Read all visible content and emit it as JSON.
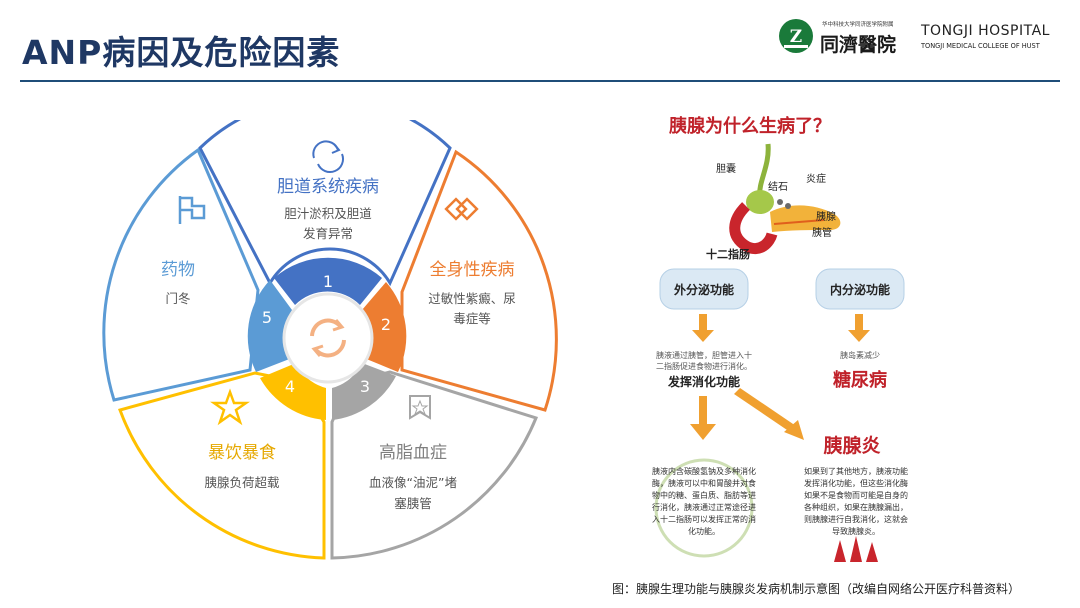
{
  "title": "ANP病因及危险因素",
  "logo": {
    "small_text": "华中科技大学同济医学院附属",
    "cn_name": "同濟醫院",
    "en_name": "TONGJI HOSPITAL",
    "en_sub": "TONGJI MEDICAL COLLEGE OF HUST"
  },
  "wheel": {
    "segments": [
      {
        "num": "1",
        "title": "胆道系统疾病",
        "desc1": "胆汁淤积及胆道",
        "desc2": "发育异常",
        "color": "#4472c4",
        "icon": "refresh-cloud-icon"
      },
      {
        "num": "2",
        "title": "全身性疾病",
        "desc1": "过敏性紫癜、尿",
        "desc2": "毒症等",
        "color": "#ed7d31",
        "icon": "link-diamond-icon"
      },
      {
        "num": "3",
        "title": "高脂血症",
        "desc1": "血液像“油泥”堵",
        "desc2": "塞胰管",
        "color": "#a5a5a5",
        "icon": "badge-star-icon"
      },
      {
        "num": "4",
        "title": "暴饮暴食",
        "desc1": "胰腺负荷超载",
        "desc2": "",
        "color": "#ffc000",
        "icon": "star-icon"
      },
      {
        "num": "5",
        "title": "药物",
        "desc1": "门冬",
        "desc2": "",
        "color": "#5b9bd5",
        "icon": "flag-icon"
      }
    ],
    "center_icon": "cycle-arrows-icon"
  },
  "figure": {
    "heading": "胰腺为什么生病了？",
    "labels": {
      "gallbladder": "胆囊",
      "stone": "结石",
      "inflammation": "炎症",
      "pancreas": "胰腺",
      "pancreatic_duct": "胰管",
      "duodenum": "十二指肠"
    },
    "exocrine": "外分泌功能",
    "endocrine": "内分泌功能",
    "exocrine_note1": "胰液通过胰管，胆管进入十",
    "exocrine_note2": "二指肠促进食物进行消化。",
    "exocrine_result": "发挥消化功能",
    "endocrine_note": "胰岛素减少",
    "endocrine_result": "糖尿病",
    "pancreatitis": "胰腺炎",
    "left_box": [
      "胰液内含碳酸氢钠及多种消化",
      "酶，胰液可以中和胃酸并对食",
      "物中的糖、蛋白质、脂肪等进",
      "行消化，胰液通过正常途径进",
      "入十二指肠可以发挥正常的消",
      "化功能。"
    ],
    "right_box": [
      "如果到了其他地方，胰液功能",
      "发挥消化功能，但这些消化酶",
      "如果不是食物而可能是自身的",
      "各种组织，如果在胰腺漏出，",
      "则胰腺进行自我消化，这就会",
      "导致胰腺炎。"
    ]
  },
  "caption": "图：胰腺生理功能与胰腺炎发病机制示意图（改编自网络公开医疗科普资料）"
}
